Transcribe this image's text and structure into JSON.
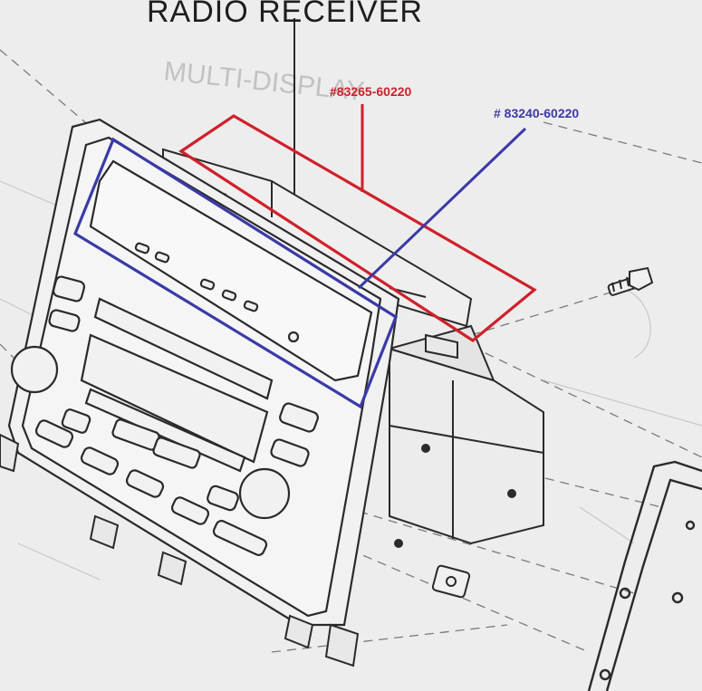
{
  "diagram": {
    "title": "RADIO RECEIVER",
    "background_label": "MULTI-DISPLAY",
    "callouts": [
      {
        "part_number": "#83265-60220",
        "color": "#d0202a"
      },
      {
        "part_number": "# 83240-60220",
        "color": "#3a3aa8"
      }
    ],
    "colors": {
      "paper": "#ededed",
      "ink": "#2a2a2a",
      "faint_ink": "#b8b8b8"
    }
  }
}
